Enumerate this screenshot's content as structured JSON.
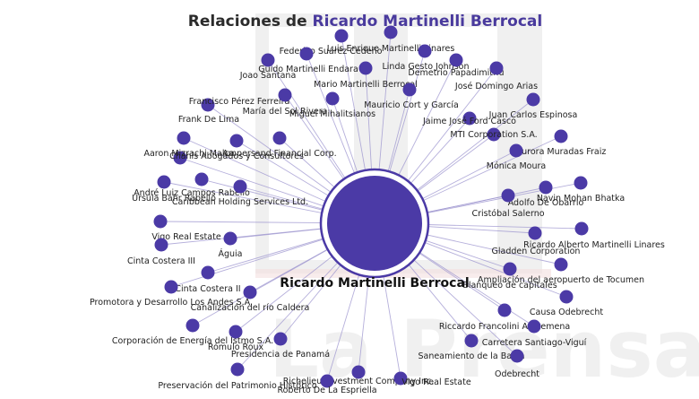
{
  "title": {
    "prefix": "Relaciones de ",
    "name": "Ricardo Martinelli Berrocal"
  },
  "watermark": "La Prensa",
  "colors": {
    "node": "#4b3aa6",
    "center": "#4b3aa6",
    "edge": "#9d95cf",
    "title_accent": "#4b3aa6"
  },
  "center": {
    "label": "Ricardo Martinelli Berrocal"
  },
  "nodes": [
    "Luis Enrique Martinelli Linares",
    "Federico Suárez Cedeño",
    "Guido Martinelli Endara",
    "Joao Santana",
    "Linda Gesto Johnson",
    "Demetrio Papadimitriu",
    "Mario Martinelli Berrocal",
    "José Domingo Arias",
    "Francisco Pérez Ferreira",
    "María del Sol Rivera",
    "Miguel Mihalitsianos",
    "Mauricio Cort y García",
    "Juan Carlos Espinosa",
    "Frank De Lima",
    "Jaime José Ford Casco",
    "MTI Corporation S.A.",
    "Aaron Mizrachi Malca",
    "Chahis Abogados y Consultores",
    "Ampersand Financial Corp.",
    "Aurora Muradas Fraiz",
    "Mónica Moura",
    "André Luiz Campos Rabello",
    "Úrsula Bahr Rabello",
    "Caribbean Holding Services Ltd.",
    "Navin Mohan Bhatka",
    "Adolfo De Obarrio",
    "Cristóbal Salerno",
    "Vigo Real Estate",
    "Águia",
    "Ricardo Alberto Martinelli Linares",
    "Gladden Corporation",
    "Cinta Costera III",
    "Ampliación del aeropuerto de Tocumen",
    "Blanqueo de capitales",
    "Cinta Costera II",
    "Promotora y Desarrollo Los Andes S.A.",
    "Canalización del río Caldera",
    "Causa Odebrecht",
    "Riccardo Francolini Arosemena",
    "Corporación de Energía del Istmo S.A.",
    "Rómulo Roux",
    "Carretera Santiago-Viguí",
    "Presidencia de Panamá",
    "Saneamiento de la Bahía",
    "Odebrecht",
    "Richelieu Investment Company Inc.",
    "Roberto De La Espriella",
    "Vigo Real Estate",
    "Preservación del Patrimonio Histórico"
  ]
}
